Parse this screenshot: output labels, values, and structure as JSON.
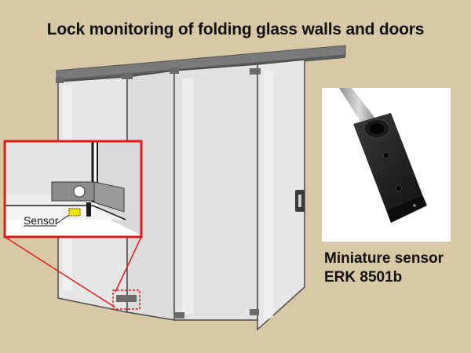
{
  "title": "Lock monitoring of folding glass walls and doors",
  "inset": {
    "sensor_label": "Sensor"
  },
  "product": {
    "caption_line1": "Miniature sensor",
    "caption_line2": "ERK 8501b"
  },
  "colors": {
    "background": "#d8c9a6",
    "highlight": "#e01b1b",
    "sensor": "#f2e600",
    "glass": "#e3e3e3",
    "rail": "#7a7a7a",
    "sensor_body": "#1c1c1c"
  },
  "icons": {
    "sensor_product": "sensor-photo-icon",
    "door_handle": "door-handle-icon"
  }
}
